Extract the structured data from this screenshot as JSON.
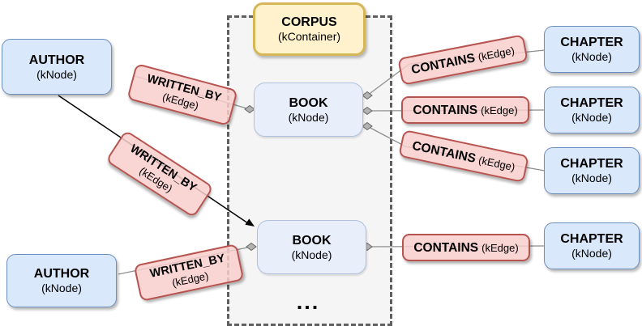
{
  "corpus": {
    "title": "CORPUS",
    "subtitle": "(kContainer)"
  },
  "authors": [
    {
      "title": "AUTHOR",
      "subtitle": "(kNode)"
    },
    {
      "title": "AUTHOR",
      "subtitle": "(kNode)"
    }
  ],
  "books": [
    {
      "title": "BOOK",
      "subtitle": "(kNode)"
    },
    {
      "title": "BOOK",
      "subtitle": "(kNode)"
    }
  ],
  "chapters": [
    {
      "title": "CHAPTER",
      "subtitle": "(kNode)"
    },
    {
      "title": "CHAPTER",
      "subtitle": "(kNode)"
    },
    {
      "title": "CHAPTER",
      "subtitle": "(kNode)"
    },
    {
      "title": "CHAPTER",
      "subtitle": "(kNode)"
    }
  ],
  "written_by_edges": [
    {
      "title": "WRITTEN_BY",
      "subtitle": "(kEdge)"
    },
    {
      "title": "WRITTEN_BY",
      "subtitle": "(kEdge)"
    },
    {
      "title": "WRITTEN_BY",
      "subtitle": "(kEdge)"
    }
  ],
  "contains_edges": [
    {
      "title": "CONTAINS",
      "subtitle": "(kEdge)"
    },
    {
      "title": "CONTAINS",
      "subtitle": "(kEdge)"
    },
    {
      "title": "CONTAINS",
      "subtitle": "(kEdge)"
    },
    {
      "title": "CONTAINS",
      "subtitle": "(kEdge)"
    }
  ],
  "more_indicator": "...",
  "colors": {
    "node_fill": "#dae8fc",
    "node_border": "#6c8ebf",
    "book_fill": "#e9eefb",
    "book_border": "#b0c0de",
    "container_fill": "#fff2cc",
    "container_border": "#d6b656",
    "edge_label_fill": "#f8cecc",
    "edge_label_border": "#b85450",
    "region_fill": "#f5f5f5",
    "region_border": "#5f5f5f",
    "connector_gray": "#8f8f8f",
    "connector_black": "#000000"
  }
}
